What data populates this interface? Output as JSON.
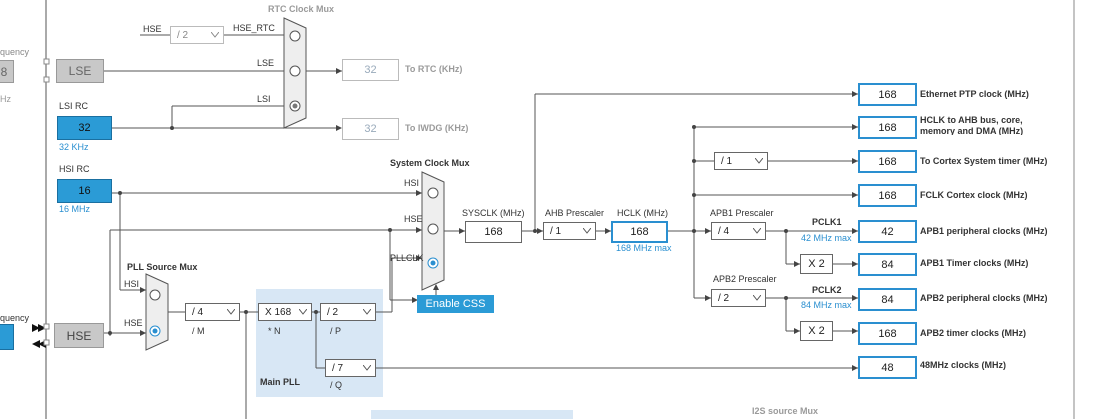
{
  "left_edge": {
    "frequency_top": "quency",
    "frequency_bottom": "quency",
    "val_top": "8",
    "unit_top": "Hz"
  },
  "rtc_mux": {
    "title": "RTC Clock Mux",
    "in_hse_rtc": "HSE_RTC",
    "in_lse": "LSE",
    "in_lsi": "LSI"
  },
  "hse_label": "HSE",
  "hse_rtc_div": {
    "value": "/ 2"
  },
  "lse": {
    "label": "LSE"
  },
  "lsi_rc": {
    "title": "LSI RC",
    "value": "32",
    "freq": "32 KHz"
  },
  "hsi_rc": {
    "title": "HSI RC",
    "value": "16",
    "freq": "16 MHz"
  },
  "hse_block": {
    "label": "HSE"
  },
  "to_rtc": {
    "value": "32",
    "label": "To RTC (KHz)"
  },
  "to_iwdg": {
    "value": "32",
    "label": "To IWDG (KHz)"
  },
  "sys_mux": {
    "title": "System Clock Mux",
    "in_hsi": "HSI",
    "in_hse": "HSE",
    "in_pll": "PLLCLK"
  },
  "enable_css": "Enable CSS",
  "pll_src_mux": {
    "title": "PLL Source Mux",
    "in_hsi": "HSI",
    "in_hse": "HSE"
  },
  "pll_m": {
    "value": "/ 4",
    "label": "/ M"
  },
  "main_pll": {
    "title": "Main PLL",
    "n_value": "X 168",
    "n_label": "* N",
    "p_value": "/ 2",
    "p_label": "/ P",
    "q_value": "/ 7",
    "q_label": "/ Q"
  },
  "sysclk": {
    "label": "SYSCLK (MHz)",
    "value": "168"
  },
  "ahb": {
    "label": "AHB Prescaler",
    "value": "/ 1"
  },
  "hclk": {
    "label": "HCLK (MHz)",
    "value": "168",
    "max": "168 MHz max"
  },
  "apb1": {
    "label": "APB1 Prescaler",
    "value": "/ 4",
    "pclk": "PCLK1",
    "max": "42 MHz max",
    "timer_mult": "X 2"
  },
  "apb2": {
    "label": "APB2 Prescaler",
    "value": "/ 2",
    "pclk": "PCLK2",
    "max": "84 MHz max",
    "timer_mult": "X 2"
  },
  "cortex_div": {
    "value": "/ 1"
  },
  "outputs": [
    {
      "value": "168",
      "label": "Ethernet PTP clock (MHz)"
    },
    {
      "value": "168",
      "label": "HCLK to AHB bus, core,",
      "label2": "memory and DMA (MHz)"
    },
    {
      "value": "168",
      "label": "To Cortex System timer (MHz)"
    },
    {
      "value": "168",
      "label": "FCLK Cortex clock (MHz)"
    },
    {
      "value": "42",
      "label": "APB1 peripheral clocks (MHz)"
    },
    {
      "value": "84",
      "label": "APB1 Timer clocks (MHz)"
    },
    {
      "value": "84",
      "label": "APB2 peripheral clocks (MHz)"
    },
    {
      "value": "168",
      "label": "APB2 timer clocks (MHz)"
    },
    {
      "value": "48",
      "label": "48MHz clocks (MHz)"
    }
  ],
  "i2s_mux": {
    "title": "I2S source Mux"
  }
}
